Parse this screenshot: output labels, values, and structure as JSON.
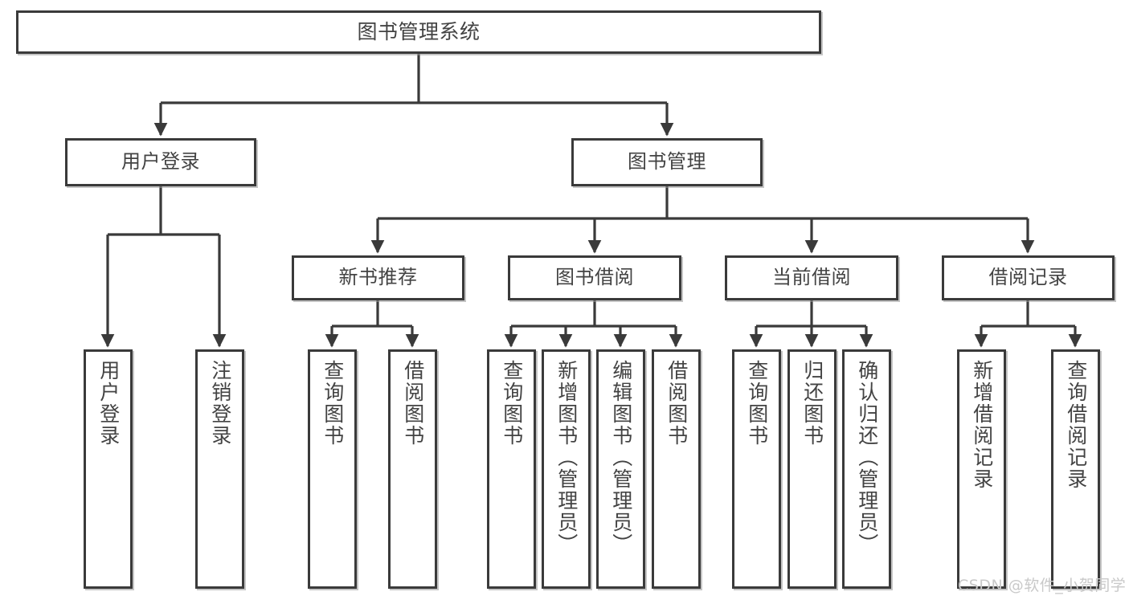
{
  "diagram": {
    "type": "hierarchy-tree",
    "title": "图书管理系统",
    "root": {
      "label": "图书管理系统"
    },
    "level2": [
      {
        "id": "user-login",
        "label": "用户登录"
      },
      {
        "id": "book-manage",
        "label": "图书管理"
      }
    ],
    "level3": [
      {
        "id": "new-book-recommend",
        "label": "新书推荐",
        "parent": "book-manage"
      },
      {
        "id": "book-borrow",
        "label": "图书借阅",
        "parent": "book-manage"
      },
      {
        "id": "current-borrow",
        "label": "当前借阅",
        "parent": "book-manage"
      },
      {
        "id": "borrow-record",
        "label": "借阅记录",
        "parent": "book-manage"
      }
    ],
    "leaves": [
      {
        "id": "leaf-user-login",
        "label": "用户登录",
        "parent": "user-login"
      },
      {
        "id": "leaf-logout-login",
        "label": "注销登录",
        "parent": "user-login"
      },
      {
        "id": "leaf-query-book-1",
        "label": "查询图书",
        "parent": "new-book-recommend"
      },
      {
        "id": "leaf-borrow-book-1",
        "label": "借阅图书",
        "parent": "new-book-recommend"
      },
      {
        "id": "leaf-query-book-2",
        "label": "查询图书",
        "parent": "book-borrow"
      },
      {
        "id": "leaf-add-book",
        "label": "新增图书（管理员）",
        "parent": "book-borrow"
      },
      {
        "id": "leaf-edit-book",
        "label": "编辑图书（管理员）",
        "parent": "book-borrow"
      },
      {
        "id": "leaf-borrow-book-2",
        "label": "借阅图书",
        "parent": "book-borrow"
      },
      {
        "id": "leaf-query-book-3",
        "label": "查询图书",
        "parent": "current-borrow"
      },
      {
        "id": "leaf-return-book",
        "label": "归还图书",
        "parent": "current-borrow"
      },
      {
        "id": "leaf-confirm-return",
        "label": "确认归还（管理员）",
        "parent": "current-borrow"
      },
      {
        "id": "leaf-add-record",
        "label": "新增借阅记录",
        "parent": "borrow-record"
      },
      {
        "id": "leaf-query-record",
        "label": "查询借阅记录",
        "parent": "borrow-record"
      }
    ],
    "watermark": "CSDN @软件_小贺同学",
    "colors": {
      "border": "#3a3a3a",
      "text": "#434343",
      "background": "#ffffff",
      "connector": "#3a3a3a",
      "watermark": "#c9c9c9"
    }
  }
}
